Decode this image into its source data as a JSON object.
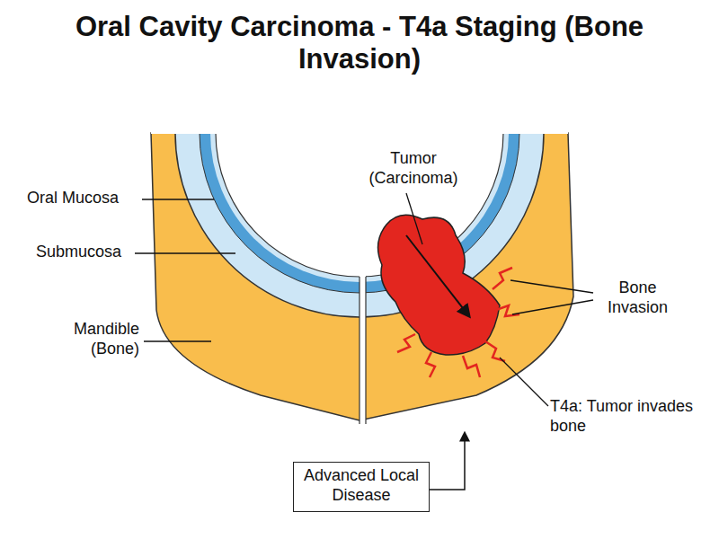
{
  "diagram": {
    "title": "Oral Cavity Carcinoma - T4a Staging (Bone Invasion)",
    "nodes": [
      {
        "text": [
          "Advanced Local Disease"
        ]
      }
    ],
    "labels": [
      "Oral Mucosa",
      "Submucosa",
      "Mandible (Bone)",
      "Tumor (Carcinoma)",
      "Bone Invasion",
      "T4a: Tumor invades bone"
    ]
  }
}
